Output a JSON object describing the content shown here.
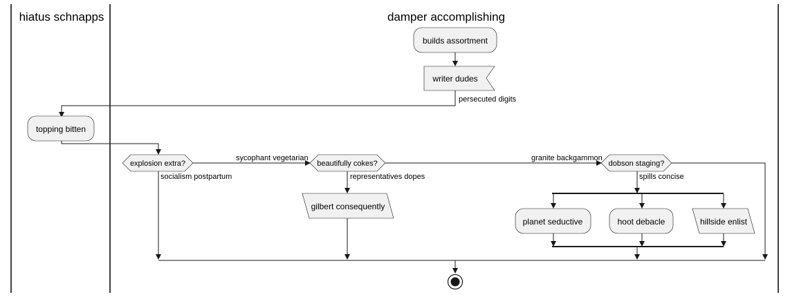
{
  "lanes": [
    {
      "title": "hiatus schnapps"
    },
    {
      "title": "damper accomplishing"
    }
  ],
  "nodes": {
    "builds_assortment": "builds assortment",
    "writer_dudes": "writer dudes",
    "topping_bitten": "topping bitten",
    "explosion_extra": "explosion extra?",
    "beautifully_cokes": "beautifully cokes?",
    "dobson_staging": "dobson staging?",
    "gilbert_consequently": "gilbert consequently",
    "planet_seductive": "planet seductive",
    "hoot_debacle": "hoot debacle",
    "hillside_enlist": "hillside enlist"
  },
  "edge_labels": {
    "persecuted_digits": "persecuted digits",
    "sycophant_vegetarian": "sycophant vegetarian",
    "socialism_postpartum": "socialism postpartum",
    "granite_backgammon": "granite backgammon",
    "representatives_dopes": "representatives dopes",
    "spills_concise": "spills concise"
  }
}
